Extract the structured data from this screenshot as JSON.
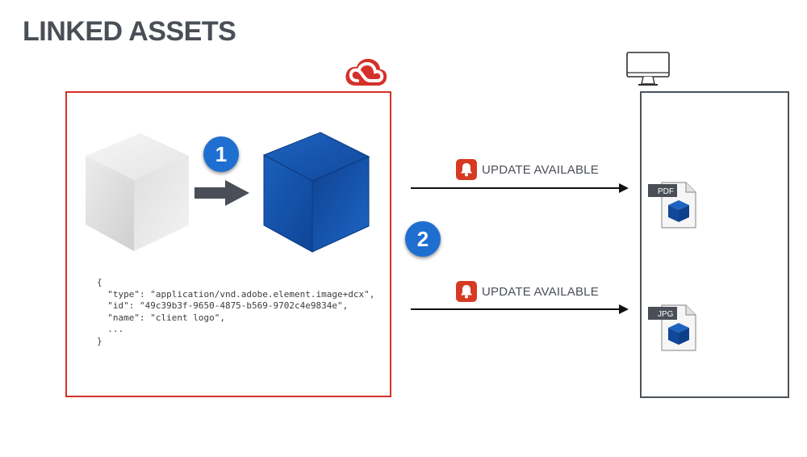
{
  "title": "LINKED ASSETS",
  "steps": {
    "one": "1",
    "two": "2"
  },
  "code_lines": [
    "{",
    "  \"type\": \"application/vnd.adobe.element.image+dcx\",",
    "  \"id\": \"49c39b3f-9650-4875-b569-9702c4e9834e\",",
    "  \"name\": \"client logo\",",
    "  ...",
    "}"
  ],
  "notifications": [
    {
      "label": "UPDATE AVAILABLE"
    },
    {
      "label": "UPDATE AVAILABLE"
    }
  ],
  "files": [
    {
      "type": "PDF"
    },
    {
      "type": "JPG"
    }
  ],
  "colors": {
    "cloud_border": "#d6302a",
    "device_border": "#4b525a",
    "step_badge": "#1f6fd1",
    "bell": "#d63a22",
    "cube_blue": "#1659b3",
    "title": "#4a4f57"
  },
  "icons": [
    "creative-cloud-logo-icon",
    "monitor-icon",
    "bell-icon",
    "arrow-icon",
    "pdf-file-icon",
    "jpg-file-icon"
  ]
}
